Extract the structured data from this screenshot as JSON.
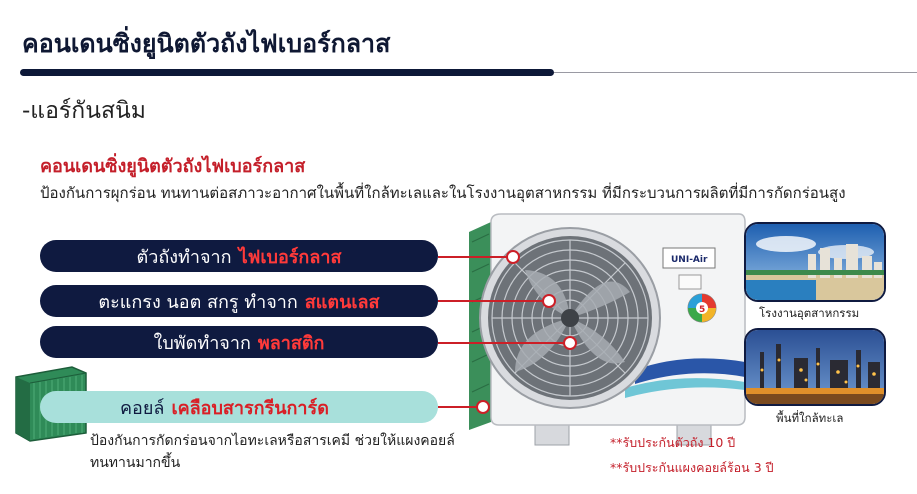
{
  "header": {
    "title": "คอนเดนซิ่งยูนิตตัวถังไฟเบอร์กลาส",
    "subtitle": "-แอร์กันสนิม"
  },
  "intro": {
    "heading": "คอนเดนซิ่งยูนิตตัวถังไฟเบอร์กลาส",
    "description": "ป้องกันการผุกร่อน ทนทานต่อสภาวะอากาศในพื้นที่ใกล้ทะเลและในโรงงานอุตสาหกรรม ที่มีกระบวนการผลิตที่มีการกัดกร่อนสูง"
  },
  "features": [
    {
      "label": "ตัวถังทำจาก",
      "highlight": "ไฟเบอร์กลาส"
    },
    {
      "label": "ตะแกรง นอต สกรู ทำจาก",
      "highlight": "สแตนเลส"
    },
    {
      "label": "ใบพัดทำจาก",
      "highlight": "พลาสติก"
    },
    {
      "label": "คอยล์",
      "highlight": "เคลือบสารกรีนการ์ด"
    }
  ],
  "coil_description": "ป้องกันการกัดกร่อนจากไอทะเลหรือสารเคมี ช่วยให้แผงคอยล์ทนทานมากขึ้น",
  "warranty_notes": [
    "**รับประกันตัวถัง 10 ปี",
    "**รับประกันแผงคอยล์ร้อน 3 ปี"
  ],
  "photos": [
    {
      "caption": "โรงงานอุตสาหกรรม",
      "icon": "coastal-city-photo"
    },
    {
      "caption": "พื้นที่ใกล้ทะเล",
      "icon": "refinery-night-photo"
    }
  ],
  "unit": {
    "brand": "UNI-Air",
    "energy_rating": "5"
  },
  "colors": {
    "navy": "#0f1a40",
    "accent_red": "#cc1f27",
    "mint": "#a8e0db"
  }
}
